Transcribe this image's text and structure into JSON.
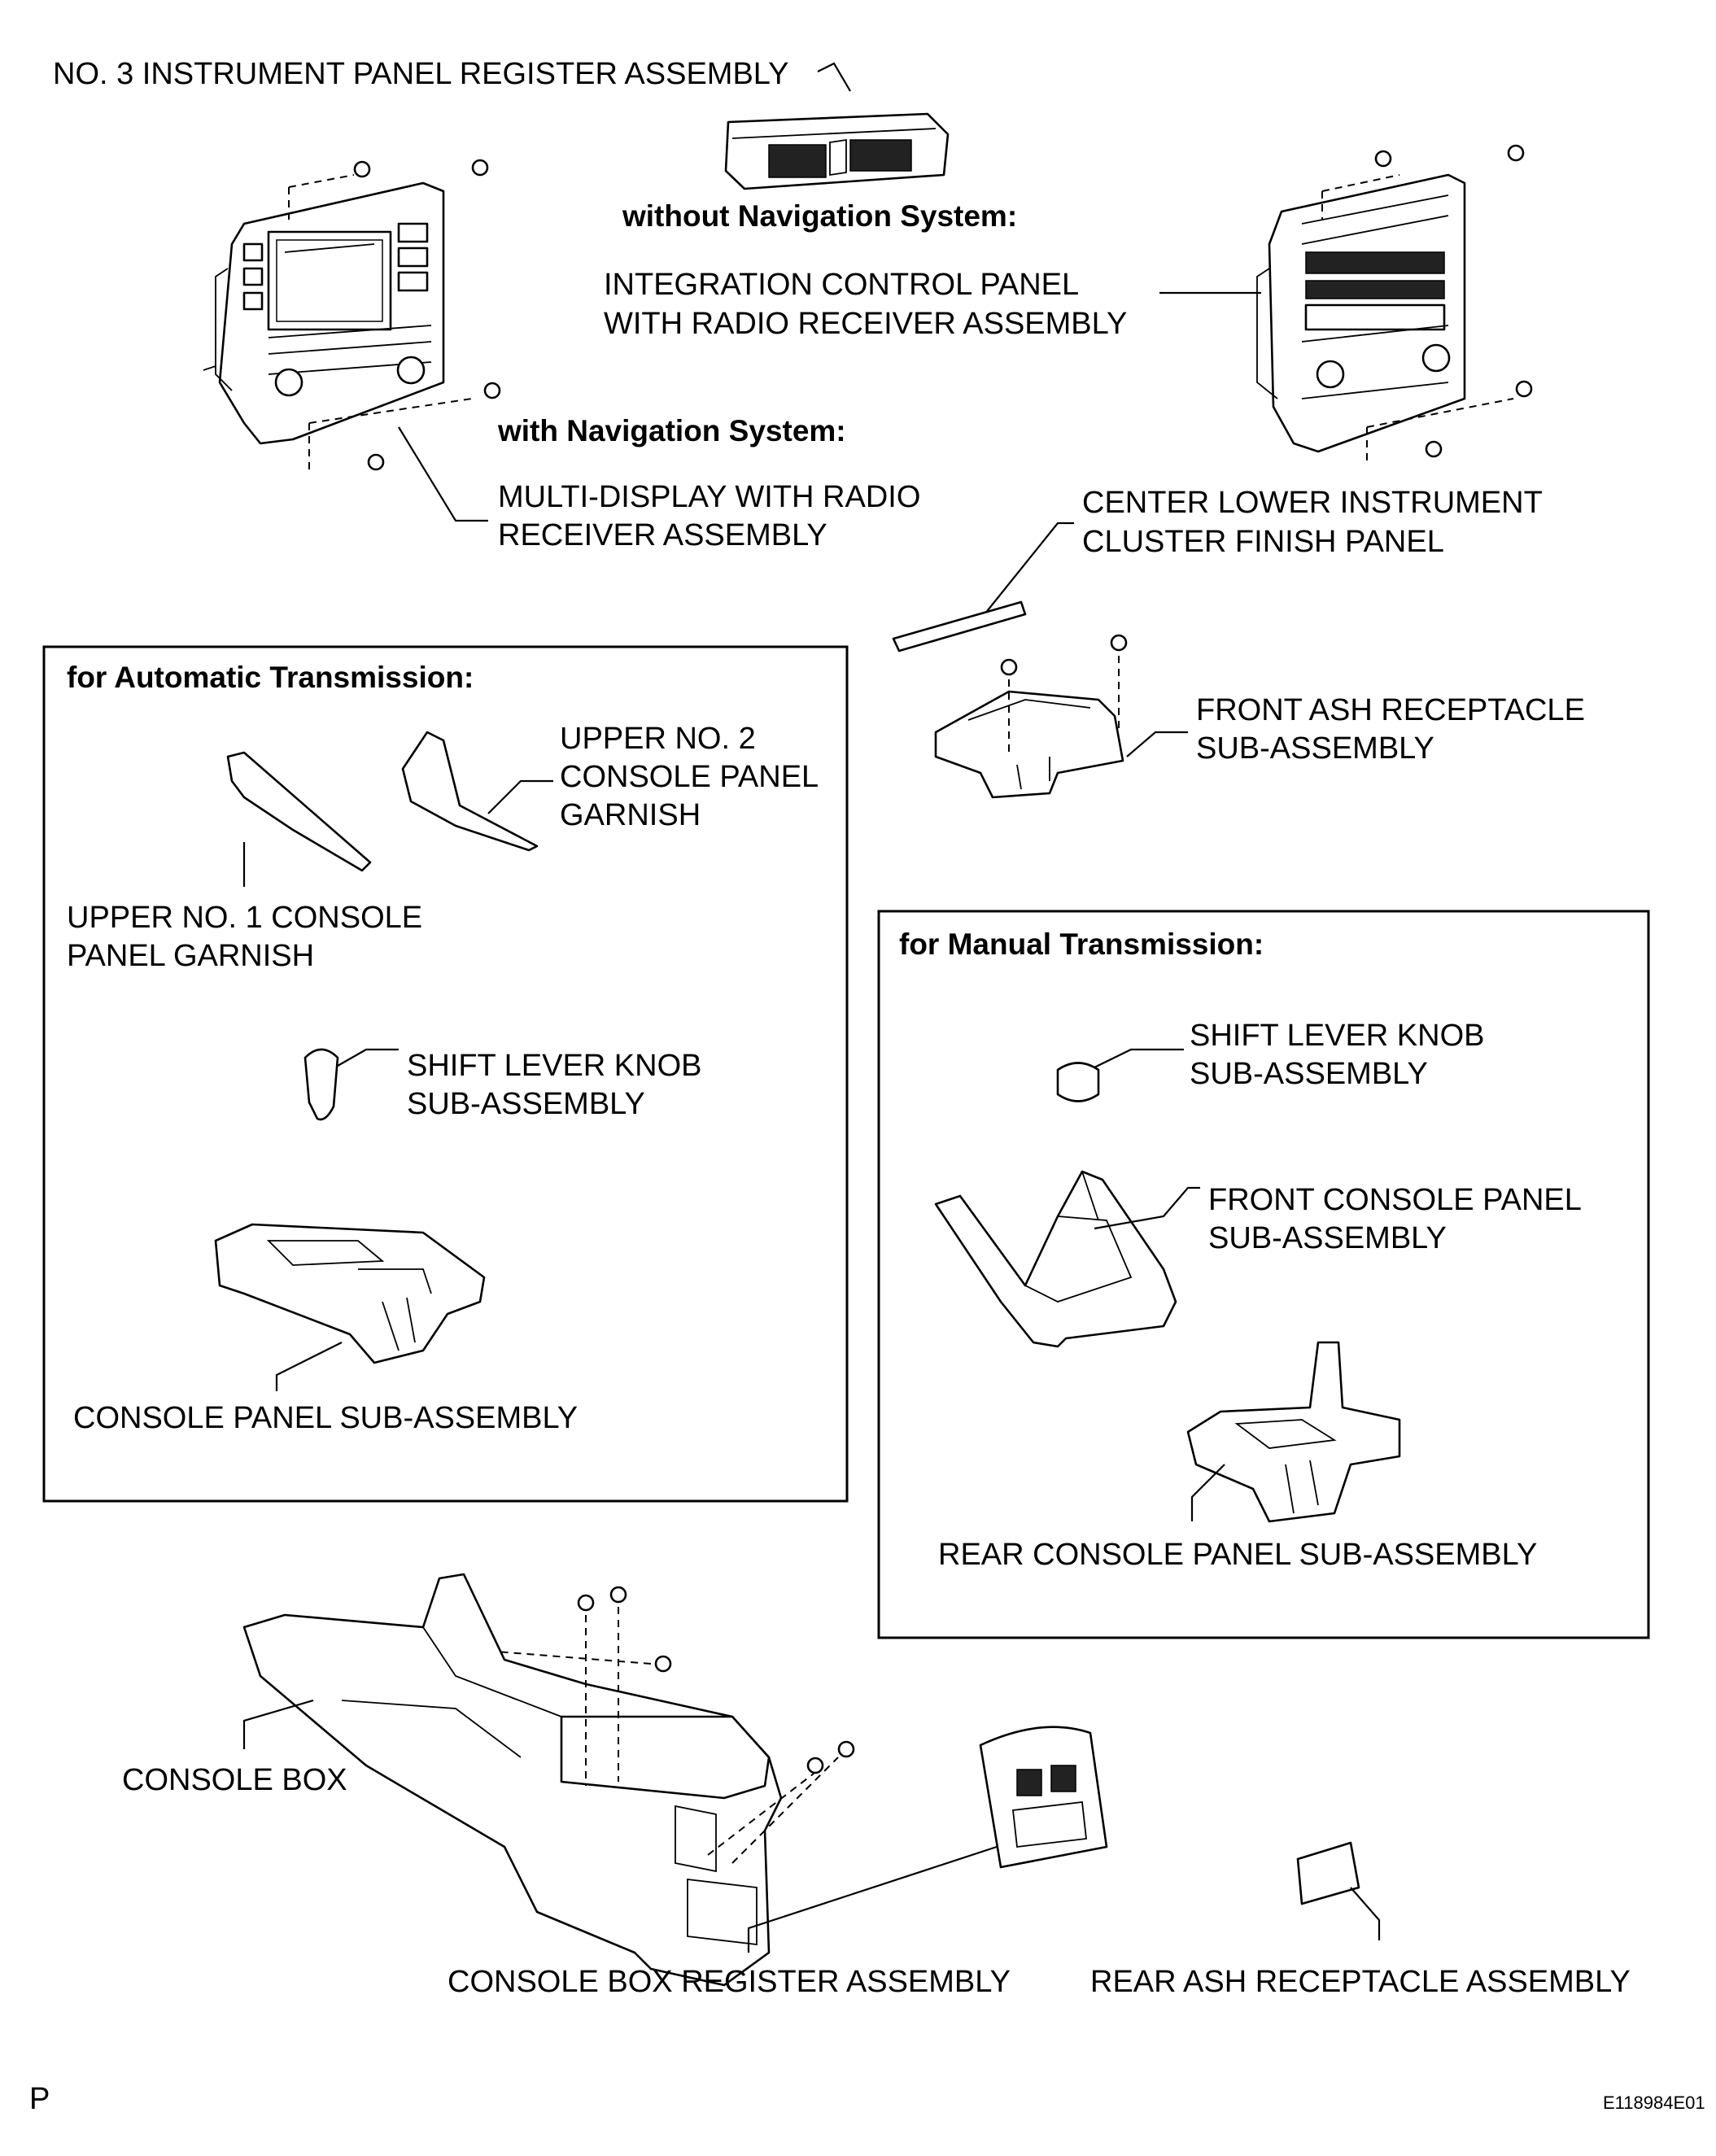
{
  "labels": {
    "register_no3": "NO. 3 INSTRUMENT PANEL REGISTER ASSEMBLY",
    "without_nav": "without Navigation System:",
    "integration_l1": "INTEGRATION CONTROL PANEL",
    "integration_l2": "WITH RADIO RECEIVER ASSEMBLY",
    "with_nav": "with Navigation System:",
    "multidisplay_l1": "MULTI-DISPLAY WITH RADIO",
    "multidisplay_l2": "RECEIVER ASSEMBLY",
    "center_lower_l1": "CENTER LOWER INSTRUMENT",
    "center_lower_l2": "CLUSTER FINISH PANEL",
    "front_ash_l1": "FRONT ASH RECEPTACLE",
    "front_ash_l2": "SUB-ASSEMBLY",
    "console_box": "CONSOLE BOX",
    "console_box_register": "CONSOLE BOX REGISTER ASSEMBLY",
    "rear_ash": "REAR ASH RECEPTACLE ASSEMBLY"
  },
  "automatic_box": {
    "title": "for Automatic Transmission:",
    "upper_no2_l1": "UPPER NO. 2",
    "upper_no2_l2": "CONSOLE PANEL",
    "upper_no2_l3": "GARNISH",
    "upper_no1_l1": "UPPER NO. 1 CONSOLE",
    "upper_no1_l2": "PANEL GARNISH",
    "knob_l1": "SHIFT LEVER KNOB",
    "knob_l2": "SUB-ASSEMBLY",
    "console_panel": "CONSOLE PANEL SUB-ASSEMBLY"
  },
  "manual_box": {
    "title": "for Manual Transmission:",
    "knob_l1": "SHIFT LEVER KNOB",
    "knob_l2": "SUB-ASSEMBLY",
    "front_console_l1": "FRONT CONSOLE PANEL",
    "front_console_l2": "SUB-ASSEMBLY",
    "rear_console": "REAR CONSOLE PANEL SUB-ASSEMBLY"
  },
  "footer": {
    "page_letter": "P",
    "figure_id": "E118984E01"
  }
}
